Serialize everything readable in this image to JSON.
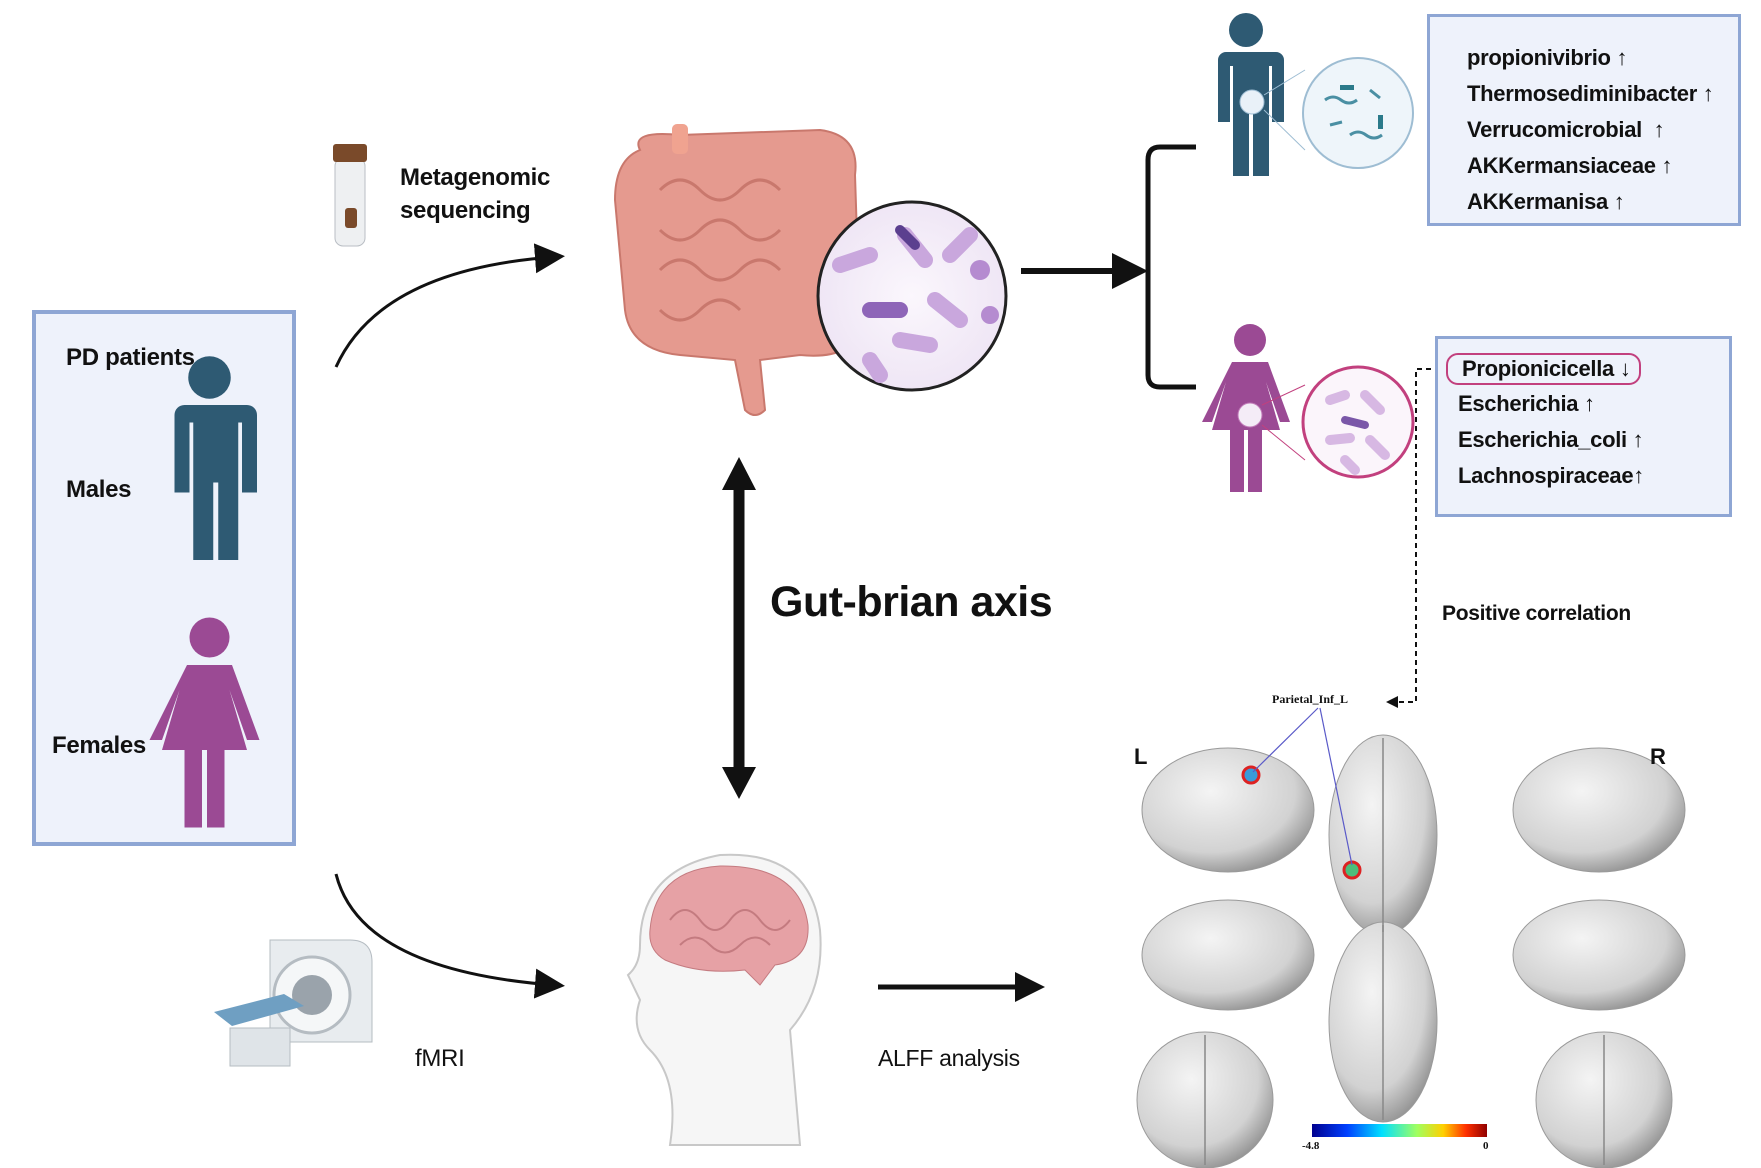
{
  "patients": {
    "title": "PD patients",
    "males": "Males",
    "females": "Females"
  },
  "sequencing": {
    "line1": "Metagenomic",
    "line2": "sequencing"
  },
  "axis_label": "Gut-brian axis",
  "fmri_label": "fMRI",
  "alff_label": "ALFF analysis",
  "male_taxa": [
    {
      "name": "propionivibrio",
      "direction": "up"
    },
    {
      "name": "Thermosediminibacter",
      "direction": "up"
    },
    {
      "name": "Verrucomicrobial",
      "direction": "up"
    },
    {
      "name": "AKKermansiaceae",
      "direction": "up"
    },
    {
      "name": "AKKermanisa",
      "direction": "up"
    }
  ],
  "female_taxa": [
    {
      "name": "Propionicicella",
      "direction": "down",
      "highlighted": true
    },
    {
      "name": "Escherichia",
      "direction": "up"
    },
    {
      "name": "Escherichia_coli",
      "direction": "up"
    },
    {
      "name": "Lachnospiraceae",
      "direction": "up"
    }
  ],
  "arrows": {
    "up": "↑",
    "down": "↓"
  },
  "correlation_label": "Positive correlation",
  "brain_region": "Parietal_Inf_L",
  "hemisphere_left": "L",
  "hemisphere_right": "R",
  "colorbar": {
    "min": "-4.8",
    "max": "0",
    "colormap": "jet"
  },
  "colors": {
    "male": "#2e5a73",
    "female": "#9b4a94",
    "box_border": "#8ea6d4",
    "box_fill": "#eef2fb",
    "gut": "#e59a8f",
    "highlight": "#c2407e"
  }
}
